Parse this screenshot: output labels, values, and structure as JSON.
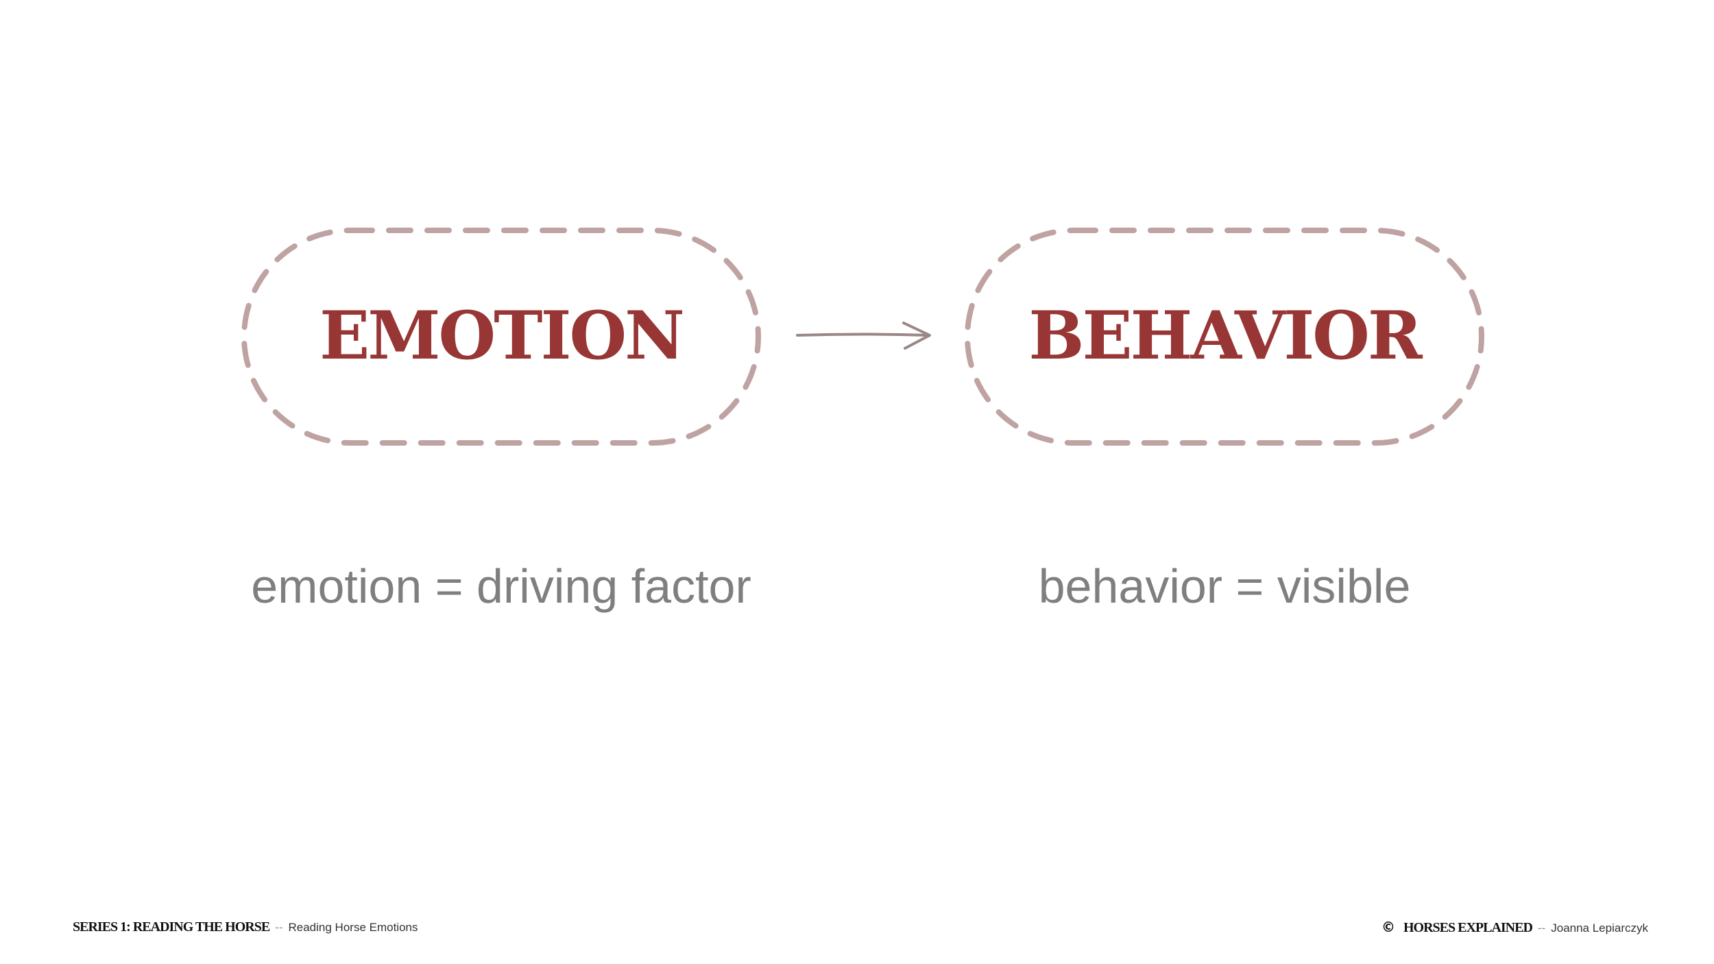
{
  "diagram": {
    "nodes": [
      {
        "id": "emotion",
        "label": "EMOTION",
        "caption": "emotion = driving factor"
      },
      {
        "id": "behavior",
        "label": "BEHAVIOR",
        "caption": "behavior = visible"
      }
    ],
    "edges": [
      {
        "from": "emotion",
        "to": "behavior"
      }
    ]
  },
  "footer": {
    "series": "SERIES 1: READING THE HORSE",
    "separator": "--",
    "topic": "Reading Horse Emotions",
    "brand": "HORSES EXPLAINED",
    "author": "Joanna Lepiarczyk",
    "copyright_icon": "copyright-icon"
  },
  "colors": {
    "title": "#973634",
    "box_border": "#bfa2a2",
    "arrow": "#9a8686",
    "caption": "#7f7f7f"
  }
}
